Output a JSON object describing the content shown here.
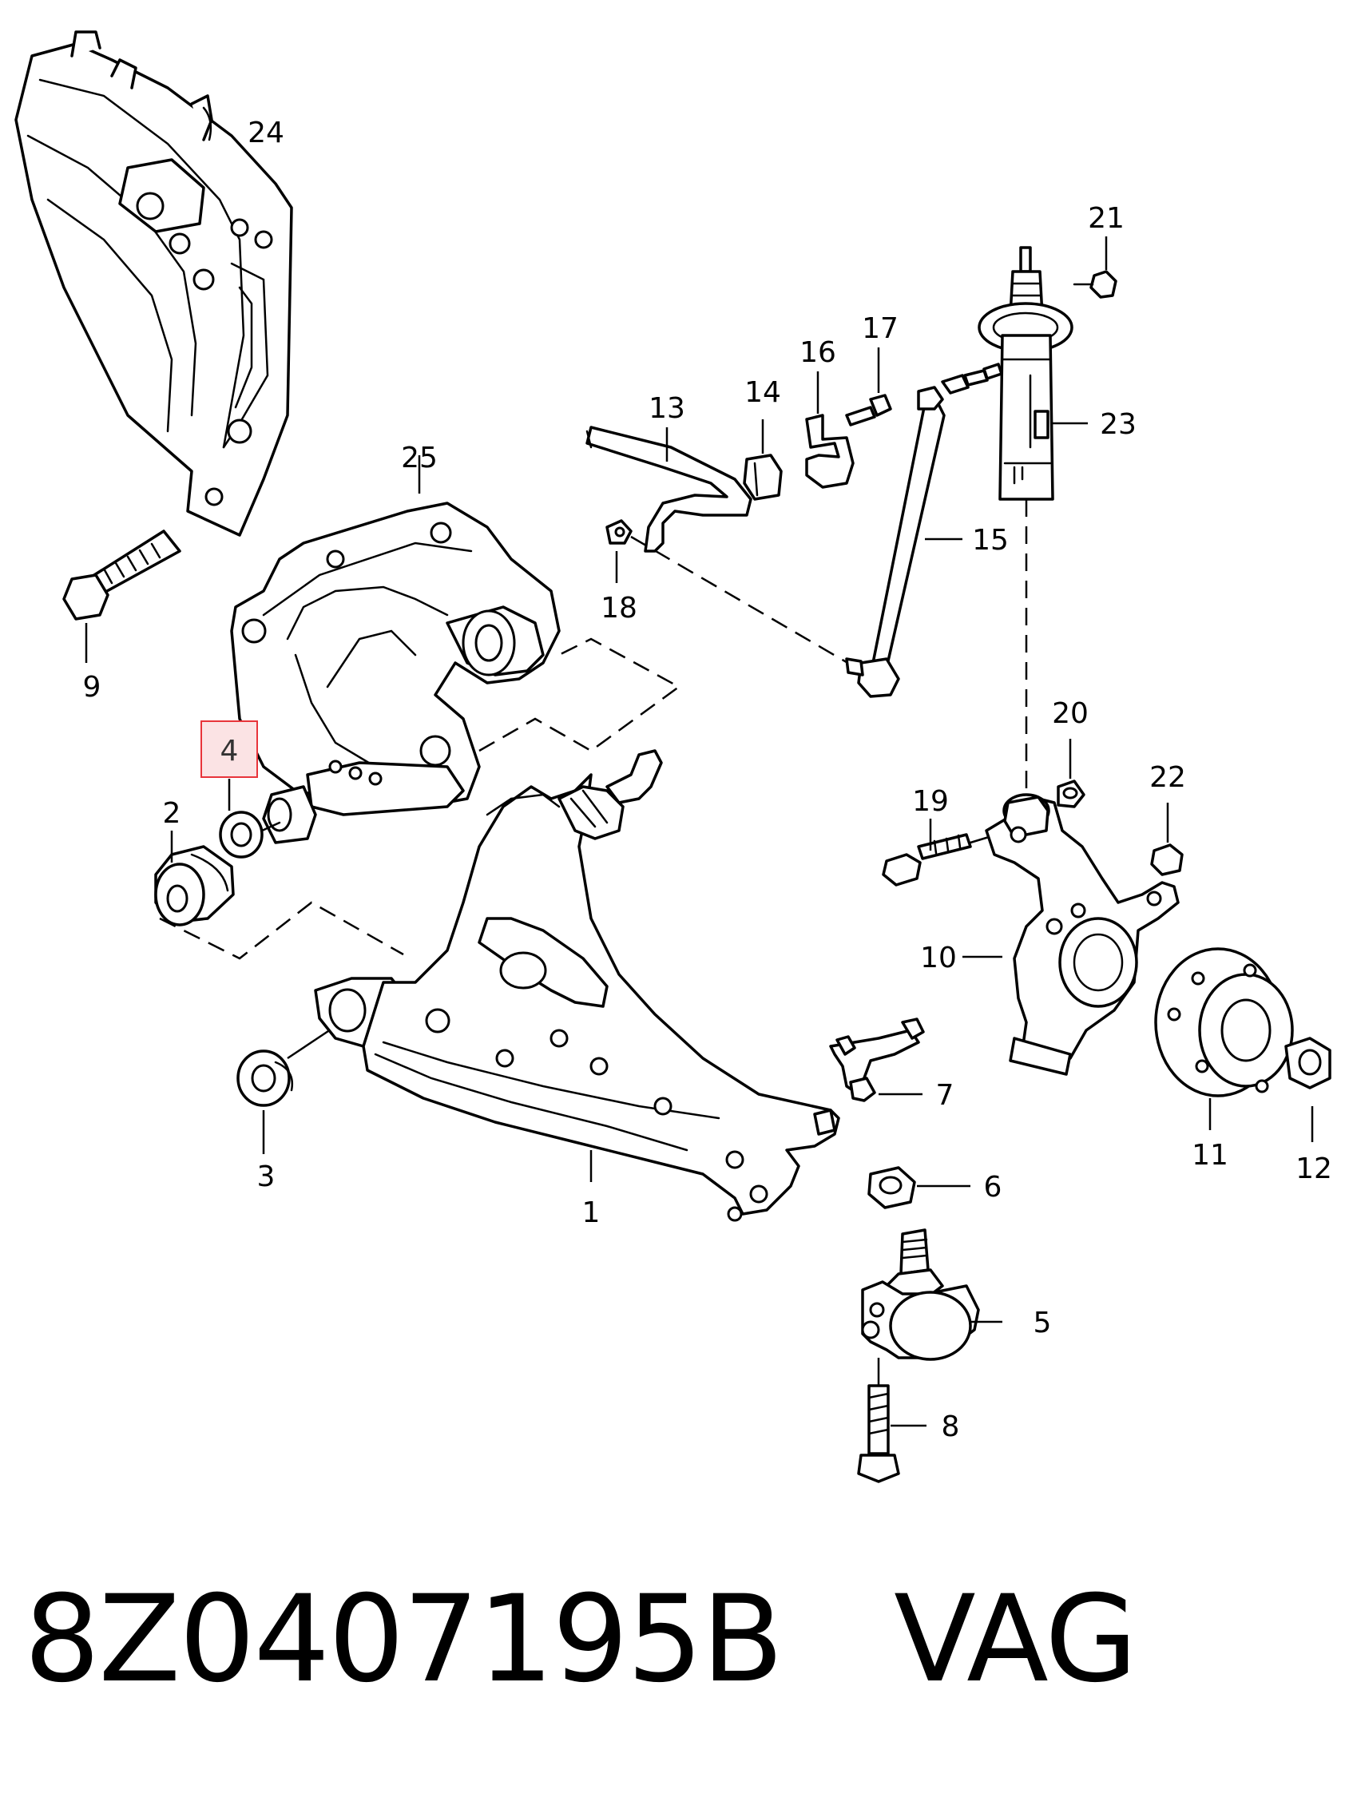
{
  "callouts": [
    {
      "id": "1",
      "text": "1"
    },
    {
      "id": "2",
      "text": "2"
    },
    {
      "id": "3",
      "text": "3"
    },
    {
      "id": "4",
      "text": "4"
    },
    {
      "id": "5",
      "text": "5"
    },
    {
      "id": "6",
      "text": "6"
    },
    {
      "id": "7",
      "text": "7"
    },
    {
      "id": "8",
      "text": "8"
    },
    {
      "id": "9",
      "text": "9"
    },
    {
      "id": "10",
      "text": "10"
    },
    {
      "id": "11",
      "text": "11"
    },
    {
      "id": "12",
      "text": "12"
    },
    {
      "id": "13",
      "text": "13"
    },
    {
      "id": "14",
      "text": "14"
    },
    {
      "id": "15",
      "text": "15"
    },
    {
      "id": "16",
      "text": "16"
    },
    {
      "id": "17",
      "text": "17"
    },
    {
      "id": "18",
      "text": "18"
    },
    {
      "id": "19",
      "text": "19"
    },
    {
      "id": "20",
      "text": "20"
    },
    {
      "id": "21",
      "text": "21"
    },
    {
      "id": "22",
      "text": "22"
    },
    {
      "id": "23",
      "text": "23"
    },
    {
      "id": "24",
      "text": "24"
    },
    {
      "id": "25",
      "text": "25"
    }
  ],
  "highlighted_callout": "4",
  "highlight_color": "#e8343a",
  "part_number": "8Z0407195B",
  "brand": "VAG"
}
